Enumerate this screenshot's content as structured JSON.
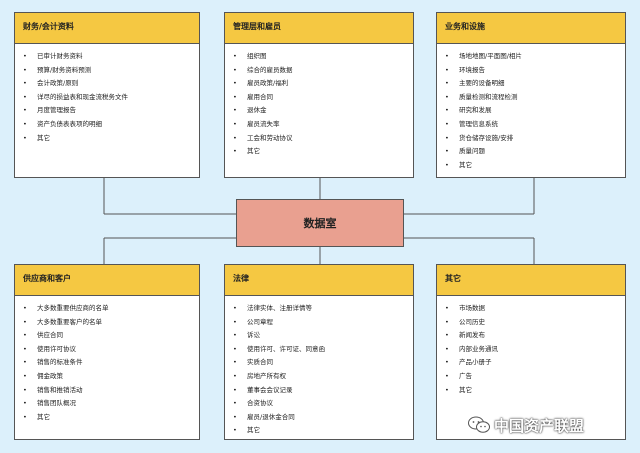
{
  "center_label": "数据室",
  "boxes": [
    {
      "title": "财务/会计资料",
      "items": [
        "已审计财务资料",
        "预算/财务资料预测",
        "会计政策/原则",
        "详尽的损益表和现金流税务文件",
        "月度管理报告",
        "资产负债表表项的明细",
        "其它"
      ]
    },
    {
      "title": "管理层和雇员",
      "items": [
        "组织图",
        "综合的雇员数据",
        "雇员政策/福利",
        "雇用合同",
        "退休金",
        "雇员流失率",
        "工会和劳动协议",
        "其它"
      ]
    },
    {
      "title": "业务和设施",
      "items": [
        "场地地图/平面图/相片",
        "环境报告",
        "主要的设备明细",
        "质量检测和流程检测",
        "研究和发展",
        "管理信息系统",
        "货仓储存设施/安排",
        "质量问题",
        "其它"
      ]
    },
    {
      "title": "供应商和客户",
      "items": [
        "大多数重要供应商的名单",
        "大多数重要客户的名单",
        "供应合同",
        "使用许可协议",
        "销售的标准条件",
        "佣金政策",
        "销售和推销活动",
        "销售团队概况",
        "其它"
      ]
    },
    {
      "title": "法律",
      "items": [
        "法律实体、注册详情等",
        "公司章程",
        "诉讼",
        "使用许可、许可证、同意函",
        "实质合同",
        "房地产所有权",
        "董事会会议记录",
        "合资协议",
        "雇员/退休金合同",
        "其它"
      ]
    },
    {
      "title": "其它",
      "items": [
        "市场数据",
        "公司历史",
        "新闻发布",
        "内部业务通讯",
        "产品小册子",
        "广告",
        "其它"
      ]
    }
  ],
  "watermark": "中国资产联盟",
  "colors": {
    "background": "#dcf0fb",
    "header": "#f5c842",
    "center": "#e9a090"
  }
}
